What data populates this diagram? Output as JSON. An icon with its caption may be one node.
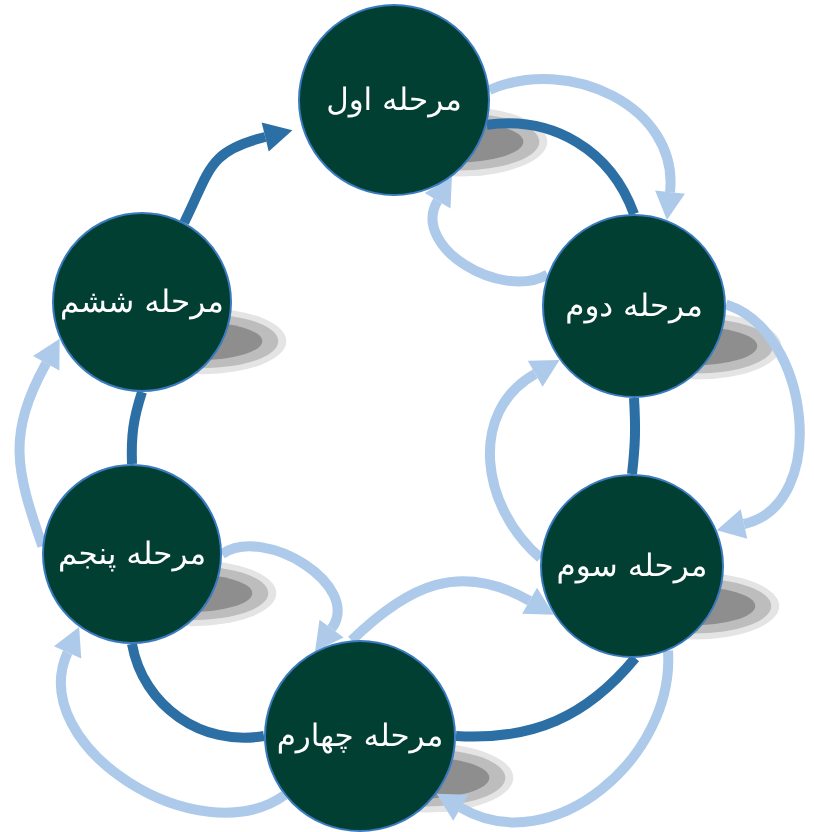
{
  "diagram": {
    "nodes": [
      {
        "text": [
          "مرحله اول"
        ]
      },
      {
        "text": [
          "مرحله دوم"
        ]
      },
      {
        "text": [
          "مرحله سوم"
        ]
      },
      {
        "text": [
          "مرحله چهارم"
        ]
      },
      {
        "text": [
          "مرحله پنجم"
        ]
      },
      {
        "text": [
          "مرحله ششم"
        ]
      }
    ],
    "edges": [
      {
        "from": 0,
        "to": 1,
        "arrow": "none",
        "color": "#2c6fa5"
      },
      {
        "from": 1,
        "to": 2,
        "arrow": "none",
        "color": "#2c6fa5"
      },
      {
        "from": 2,
        "to": 3,
        "arrow": "none",
        "color": "#2c6fa5"
      },
      {
        "from": 3,
        "to": 4,
        "arrow": "none",
        "color": "#2c6fa5"
      },
      {
        "from": 4,
        "to": 5,
        "arrow": "none",
        "color": "#2c6fa5"
      },
      {
        "from": 5,
        "to": 0,
        "arrow": "to",
        "color": "#2c6fa5"
      },
      {
        "from": 0,
        "to": 1,
        "arrow": "to"
      },
      {
        "from": 1,
        "to": 0,
        "arrow": "to"
      },
      {
        "from": 1,
        "to": 2,
        "arrow": "to"
      },
      {
        "from": 2,
        "to": 1,
        "arrow": "to"
      },
      {
        "from": 3,
        "to": 2,
        "arrow": "to"
      },
      {
        "from": 2,
        "to": 3,
        "arrow": "to"
      },
      {
        "from": 4,
        "to": 3,
        "arrow": "to"
      },
      {
        "from": 3,
        "to": 4,
        "arrow": "to"
      },
      {
        "from": 4,
        "to": 5,
        "arrow": "to"
      }
    ]
  }
}
